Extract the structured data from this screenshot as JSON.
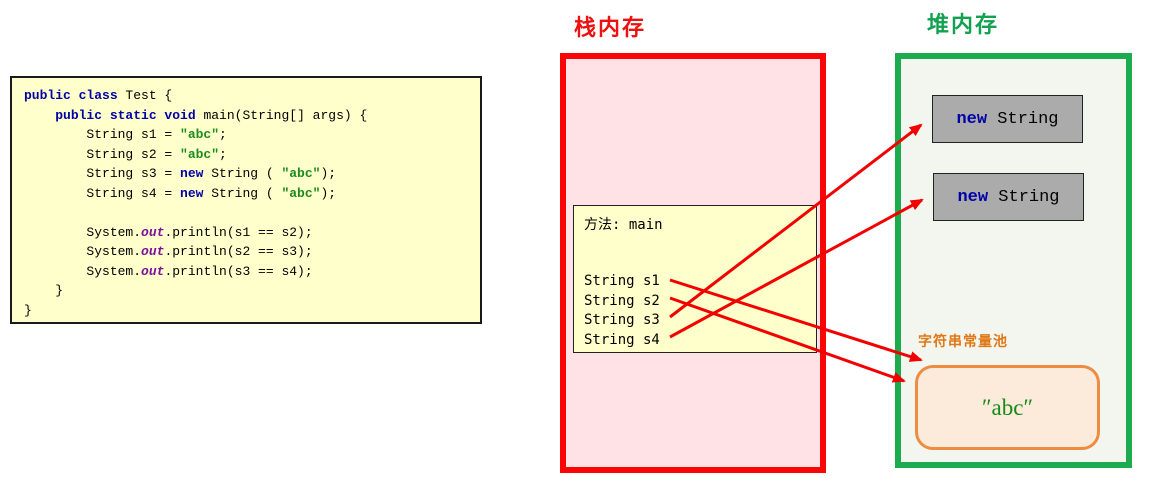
{
  "titles": {
    "stack": "栈内存",
    "heap": "堆内存"
  },
  "code": {
    "lines": [
      [
        {
          "t": "public class",
          "s": "kw"
        },
        {
          "t": " Test {",
          "s": "pl"
        }
      ],
      [
        {
          "t": "    ",
          "s": "pl"
        },
        {
          "t": "public static void",
          "s": "kw"
        },
        {
          "t": " main(String[] args) {",
          "s": "pl"
        }
      ],
      [
        {
          "t": "        String s1 = ",
          "s": "pl"
        },
        {
          "t": "″abc″",
          "s": "str"
        },
        {
          "t": ";",
          "s": "pl"
        }
      ],
      [
        {
          "t": "        String s2 = ",
          "s": "pl"
        },
        {
          "t": "″abc″",
          "s": "str"
        },
        {
          "t": ";",
          "s": "pl"
        }
      ],
      [
        {
          "t": "        String s3 = ",
          "s": "pl"
        },
        {
          "t": "new",
          "s": "kw"
        },
        {
          "t": " String ( ",
          "s": "pl"
        },
        {
          "t": "″abc″",
          "s": "str"
        },
        {
          "t": ");",
          "s": "pl"
        }
      ],
      [
        {
          "t": "        String s4 = ",
          "s": "pl"
        },
        {
          "t": "new",
          "s": "kw"
        },
        {
          "t": " String ( ",
          "s": "pl"
        },
        {
          "t": "″abc″",
          "s": "str"
        },
        {
          "t": ");",
          "s": "pl"
        }
      ],
      [],
      [
        {
          "t": "        System.",
          "s": "pl"
        },
        {
          "t": "out",
          "s": "fld"
        },
        {
          "t": ".println(s1 == s2);",
          "s": "pl"
        }
      ],
      [
        {
          "t": "        System.",
          "s": "pl"
        },
        {
          "t": "out",
          "s": "fld"
        },
        {
          "t": ".println(s2 == s3);",
          "s": "pl"
        }
      ],
      [
        {
          "t": "        System.",
          "s": "pl"
        },
        {
          "t": "out",
          "s": "fld"
        },
        {
          "t": ".println(s3 == s4);",
          "s": "pl"
        }
      ],
      [
        {
          "t": "    }",
          "s": "pl"
        }
      ],
      [
        {
          "t": "}",
          "s": "pl"
        }
      ]
    ]
  },
  "stack_frame": {
    "title": "方法: main",
    "variables": [
      "String s1",
      "String s2",
      "String s3",
      "String s4"
    ]
  },
  "heap": {
    "objects": [
      {
        "segments": [
          {
            "t": "new",
            "s": "kw"
          },
          {
            "t": " String",
            "s": "pl"
          }
        ]
      },
      {
        "segments": [
          {
            "t": "new",
            "s": "kw"
          },
          {
            "t": " String",
            "s": "pl"
          }
        ]
      }
    ],
    "pool": {
      "label": "字符串常量池",
      "value": "″abc″"
    }
  },
  "relations": {
    "arrows": [
      {
        "from": "String s1",
        "to": "string-constant-pool"
      },
      {
        "from": "String s2",
        "to": "string-constant-pool"
      },
      {
        "from": "String s3",
        "to": "new-string-object-1"
      },
      {
        "from": "String s4",
        "to": "new-string-object-2"
      }
    ]
  },
  "colors": {
    "stack_border": "#fa0505",
    "stack_fill": "#ffe2e5",
    "heap_border": "#1cab4f",
    "heap_fill": "#f2f6ee",
    "arrow": "#f20000",
    "keyword_blue": "#0000a8",
    "string_green": "#1e8a1e",
    "field_purple": "#7d0f9c",
    "pool_border": "#ee8c42",
    "pool_fill": "#fcebdb",
    "pool_label_orange": "#e07818",
    "code_fill": "#ffffcc",
    "object_gray": "#ababab"
  }
}
